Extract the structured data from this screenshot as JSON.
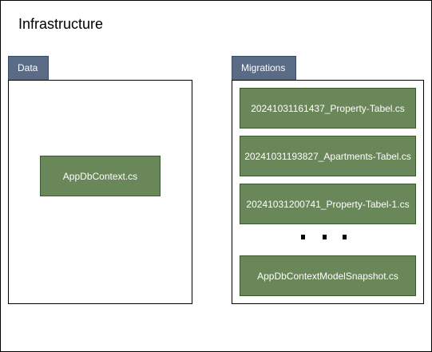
{
  "diagram": {
    "title": "Infrastructure",
    "data_folder": {
      "label": "Data",
      "files": [
        "AppDbContext.cs"
      ]
    },
    "migrations_folder": {
      "label": "Migrations",
      "files": [
        "20241031161437_Property-Tabel.cs",
        "20241031193827_Apartments-Tabel.cs",
        "20241031200741_Property-Tabel-1.cs"
      ],
      "ellipsis_dots": 3,
      "snapshot": "AppDbContextModelSnapshot.cs"
    },
    "colors": {
      "tab": "#5a6b86",
      "file_box": "#6a8759",
      "file_text": "#ffffff",
      "border": "#000000"
    }
  }
}
